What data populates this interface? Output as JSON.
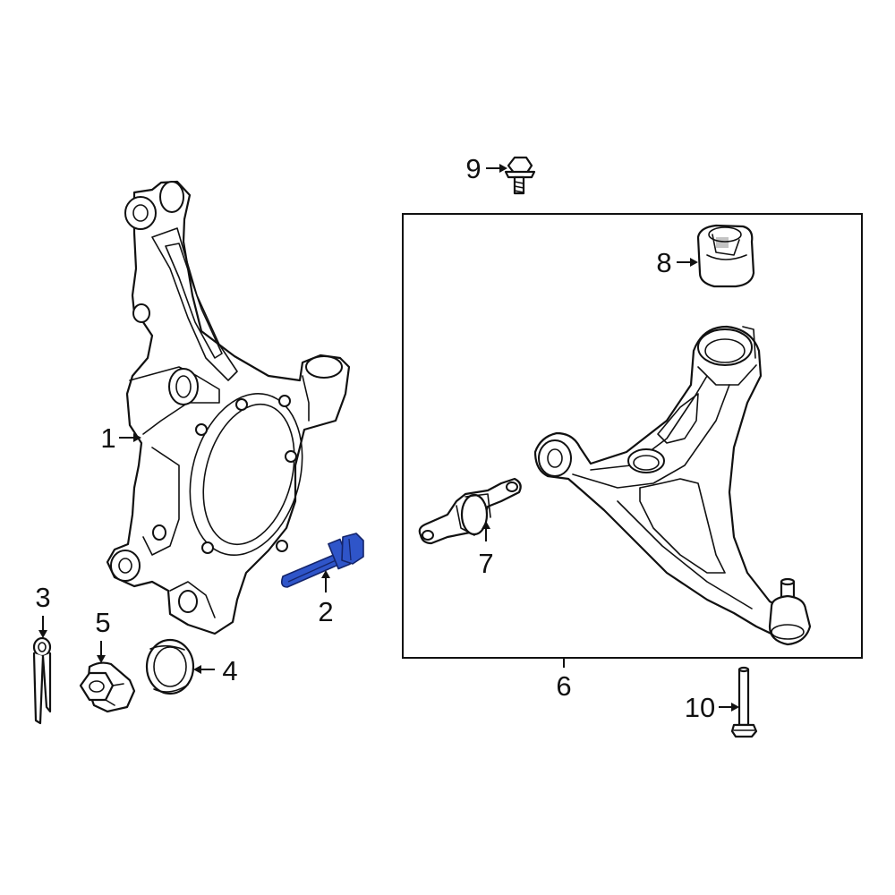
{
  "callouts": [
    {
      "id": "1",
      "label": "1"
    },
    {
      "id": "2",
      "label": "2"
    },
    {
      "id": "3",
      "label": "3"
    },
    {
      "id": "4",
      "label": "4"
    },
    {
      "id": "5",
      "label": "5"
    },
    {
      "id": "6",
      "label": "6"
    },
    {
      "id": "7",
      "label": "7"
    },
    {
      "id": "8",
      "label": "8"
    },
    {
      "id": "9",
      "label": "9"
    },
    {
      "id": "10",
      "label": "10"
    }
  ],
  "colors": {
    "highlight": "#2f55c9",
    "line": "#111111",
    "background": "#ffffff"
  },
  "highlighted_part": "2"
}
